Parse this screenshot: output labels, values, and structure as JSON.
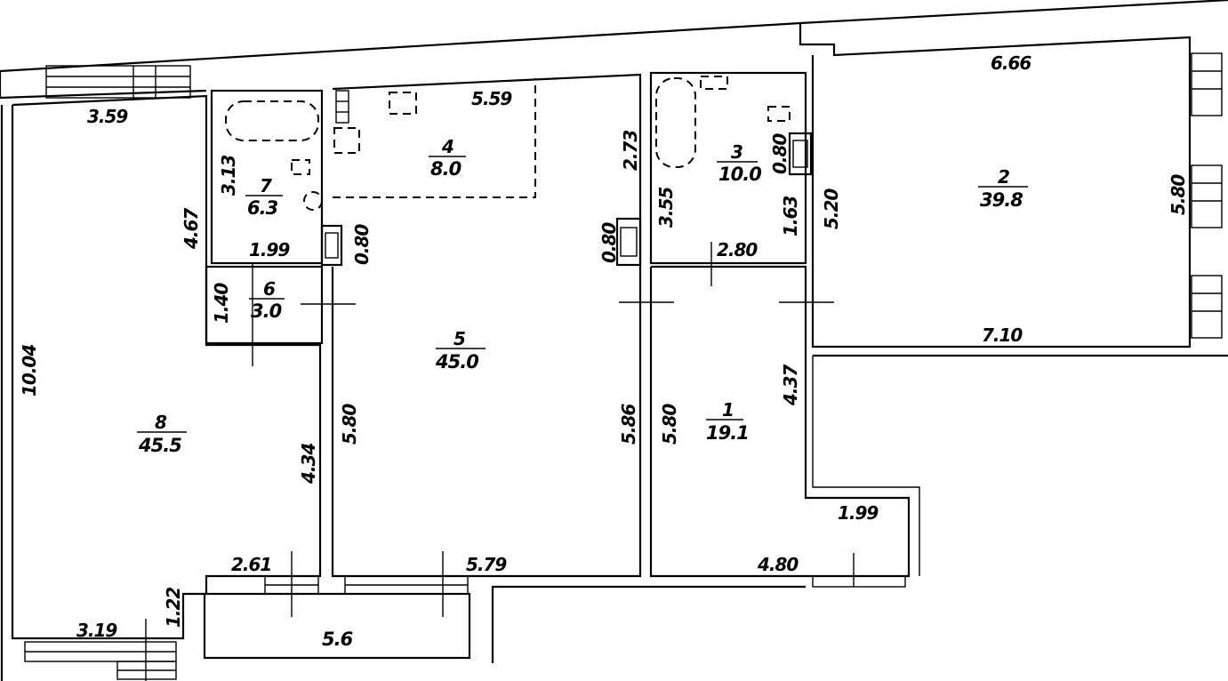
{
  "rooms": {
    "r1": {
      "number": "1",
      "area": "19.1"
    },
    "r2": {
      "number": "2",
      "area": "39.8"
    },
    "r3": {
      "number": "3",
      "area": "10.0"
    },
    "r4": {
      "number": "4",
      "area": "8.0"
    },
    "r5": {
      "number": "5",
      "area": "45.0"
    },
    "r6": {
      "number": "6",
      "area": "3.0"
    },
    "r7": {
      "number": "7",
      "area": "6.3"
    },
    "r8": {
      "number": "8",
      "area": "45.5"
    }
  },
  "balcony": {
    "area": "5.6"
  },
  "dimensions": {
    "d_359": "3.59",
    "d_559": "5.59",
    "d_666": "6.66",
    "d_273": "2.73",
    "d_313": "3.13",
    "d_467": "4.67",
    "d_199_top": "1.99",
    "d_080_a": "0.80",
    "d_080_b": "0.80",
    "d_080_c": "0.80",
    "d_355": "3.55",
    "d_163": "1.63",
    "d_520": "5.20",
    "d_580_right": "5.80",
    "d_280": "2.80",
    "d_140": "1.40",
    "d_710": "7.10",
    "d_437": "4.37",
    "d_1004": "10.04",
    "d_580_a": "5.80",
    "d_586": "5.86",
    "d_580_b": "5.80",
    "d_434": "4.34",
    "d_199_bottom": "1.99",
    "d_261": "2.61",
    "d_579": "5.79",
    "d_480": "4.80",
    "d_319": "3.19",
    "d_122": "1.22"
  }
}
